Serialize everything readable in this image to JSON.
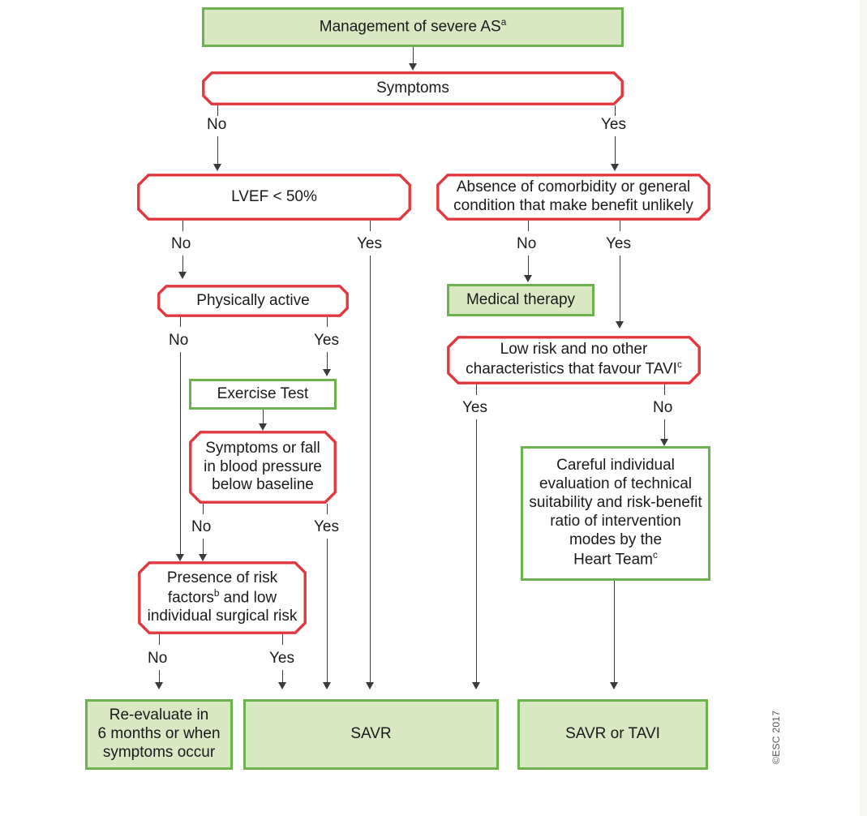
{
  "figure": {
    "title": "Management of severe AS",
    "title_superscript": "a",
    "copyright": "©ESC 2017"
  },
  "nodes": {
    "title_box": {
      "label": "Management of severe AS",
      "sup": "a",
      "kind": "action-filled"
    },
    "symptoms": {
      "label": "Symptoms",
      "kind": "decision"
    },
    "lvef": {
      "label": "LVEF < 50%",
      "kind": "decision"
    },
    "comorbidity": {
      "line1": "Absence of comorbidity or general",
      "line2": "condition that make benefit unlikely",
      "kind": "decision"
    },
    "physically_active": {
      "label": "Physically active",
      "kind": "decision"
    },
    "medical_therapy": {
      "label": "Medical therapy",
      "kind": "action-filled"
    },
    "low_risk": {
      "line1": "Low risk and no other",
      "line2": "characteristics that favour TAVI",
      "sup": "c",
      "kind": "decision"
    },
    "exercise_test": {
      "label": "Exercise Test",
      "kind": "action-outline"
    },
    "symptoms_fall": {
      "line1": "Symptoms or fall",
      "line2": "in blood pressure",
      "line3": "below baseline",
      "kind": "decision"
    },
    "heart_team": {
      "line1": "Careful individual",
      "line2": "evaluation of technical",
      "line3": "suitability and risk-benefit",
      "line4": "ratio of intervention",
      "line5": "modes by the",
      "line6": "Heart Team",
      "sup": "c",
      "kind": "action-outline"
    },
    "risk_factors": {
      "line1": "Presence of risk",
      "line2a": "factors",
      "sup": "b",
      "line2b": " and low",
      "line3": "individual surgical risk",
      "kind": "decision"
    },
    "reevaluate": {
      "line1": "Re-evaluate in",
      "line2": "6 months or when",
      "line3": "symptoms occur",
      "kind": "action-filled"
    },
    "savr": {
      "label": "SAVR",
      "kind": "action-filled"
    },
    "savr_or_tavi": {
      "label": "SAVR or TAVI",
      "kind": "action-filled"
    }
  },
  "branch_labels": {
    "symptoms_no": "No",
    "symptoms_yes": "Yes",
    "lvef_no": "No",
    "lvef_yes": "Yes",
    "comorbidity_no": "No",
    "comorbidity_yes": "Yes",
    "active_no": "No",
    "active_yes": "Yes",
    "lowrisk_yes": "Yes",
    "lowrisk_no": "No",
    "fall_no": "No",
    "fall_yes": "Yes",
    "riskfactors_no": "No",
    "riskfactors_yes": "Yes"
  },
  "colors": {
    "green_border": "#6cb24d",
    "green_fill": "#d7e8c2",
    "red_border": "#e0383e",
    "line": "#3b3b3b",
    "text": "#1a1a1a"
  }
}
